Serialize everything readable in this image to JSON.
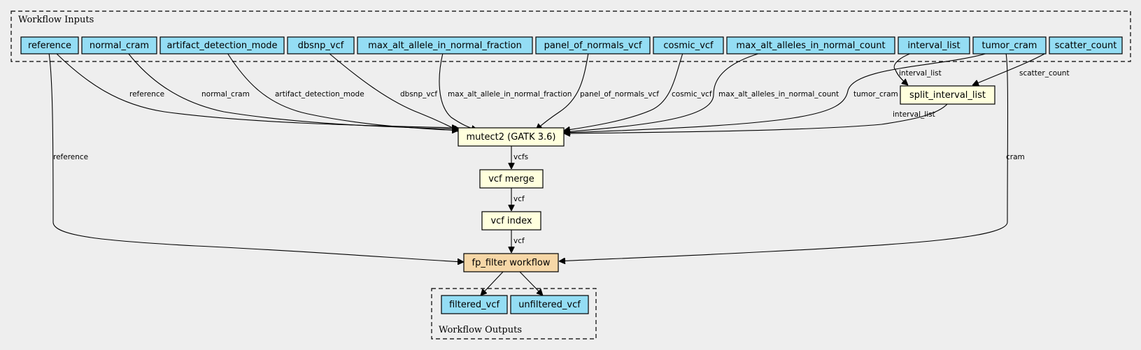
{
  "colors": {
    "background": "#eeeeee",
    "input_fill": "#94ddf4",
    "step_fill": "#ffffdd",
    "subworkflow_fill": "#f6d7a7",
    "output_fill": "#94ddf4"
  },
  "clusters": {
    "inputs_label": "Workflow Inputs",
    "outputs_label": "Workflow Outputs"
  },
  "nodes": {
    "reference": "reference",
    "normal_cram": "normal_cram",
    "artifact_detection_mode": "artifact_detection_mode",
    "dbsnp_vcf": "dbsnp_vcf",
    "max_alt_allele_in_normal_fraction": "max_alt_allele_in_normal_fraction",
    "panel_of_normals_vcf": "panel_of_normals_vcf",
    "cosmic_vcf": "cosmic_vcf",
    "max_alt_alleles_in_normal_count": "max_alt_alleles_in_normal_count",
    "interval_list": "interval_list",
    "tumor_cram": "tumor_cram",
    "scatter_count": "scatter_count",
    "split_interval_list": "split_interval_list",
    "mutect2": "mutect2 (GATK 3.6)",
    "vcf_merge": "vcf merge",
    "vcf_index": "vcf index",
    "fp_filter": "fp_filter workflow",
    "filtered_vcf": "filtered_vcf",
    "unfiltered_vcf": "unfiltered_vcf"
  },
  "edge_labels": {
    "reference_mutect": "reference",
    "normal_cram": "normal_cram",
    "artifact_detection_mode": "artifact_detection_mode",
    "dbsnp_vcf": "dbsnp_vcf",
    "max_alt_allele_in_normal_fraction": "max_alt_allele_in_normal_fraction",
    "panel_of_normals_vcf": "panel_of_normals_vcf",
    "cosmic_vcf": "cosmic_vcf",
    "max_alt_alleles_in_normal_count": "max_alt_alleles_in_normal_count",
    "tumor_cram": "tumor_cram",
    "interval_list": "interval_list",
    "scatter_count": "scatter_count",
    "split_interval_list": "interval_list",
    "mutect_merge": "vcfs",
    "merge_index": "vcf",
    "index_filter": "vcf",
    "reference_filter": "reference",
    "tumor_filter": "cram"
  }
}
